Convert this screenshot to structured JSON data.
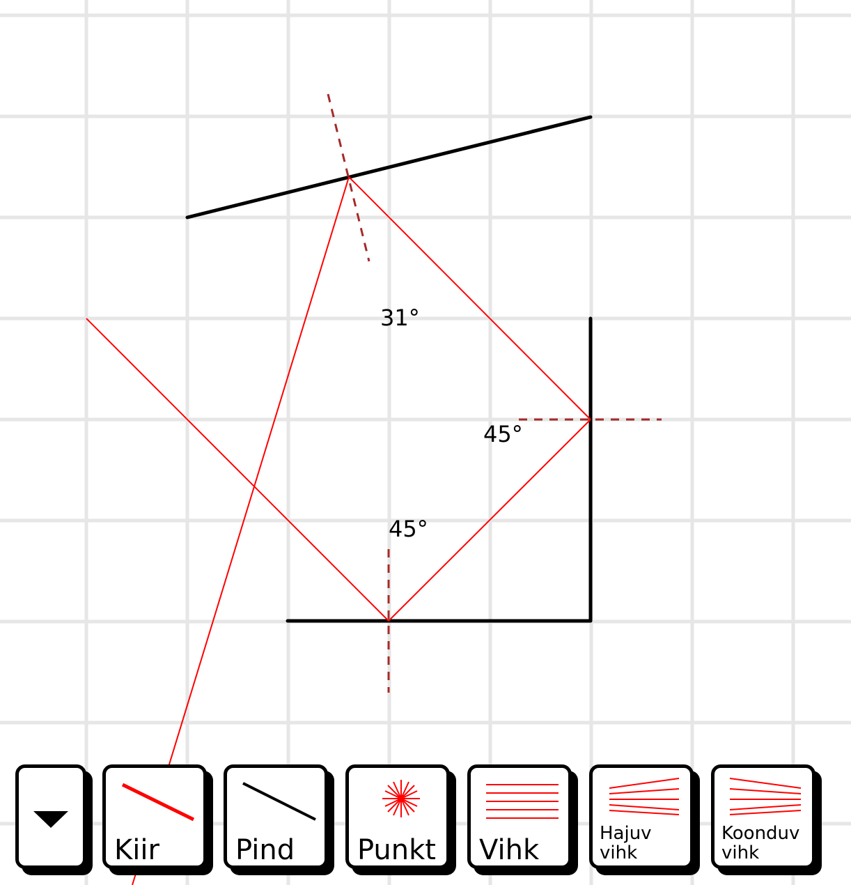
{
  "colors": {
    "grid": "#e6e6e6",
    "surface": "#000000",
    "ray": "#ff0000",
    "normal": "#a52a2a",
    "toolbar_border": "#000000"
  },
  "angles": [
    {
      "id": "angle-31",
      "text": "31°"
    },
    {
      "id": "angle-45-right",
      "text": "45°"
    },
    {
      "id": "angle-45-bottom",
      "text": "45°"
    }
  ],
  "toolbar": {
    "dropdown": {
      "icon": "triangle-down-icon"
    },
    "tools": [
      {
        "id": "kiir",
        "label": "Kiir",
        "icon": "ray-line-icon"
      },
      {
        "id": "pind",
        "label": "Pind",
        "icon": "surface-line-icon"
      },
      {
        "id": "punkt",
        "label": "Punkt",
        "icon": "point-source-icon"
      },
      {
        "id": "vihk",
        "label": "Vihk",
        "icon": "parallel-beam-icon"
      },
      {
        "id": "hajuv",
        "label": "Hajuv vihk",
        "icon": "diverging-beam-icon"
      },
      {
        "id": "koonduv",
        "label": "Koonduv vihk",
        "icon": "converging-beam-icon"
      }
    ]
  }
}
